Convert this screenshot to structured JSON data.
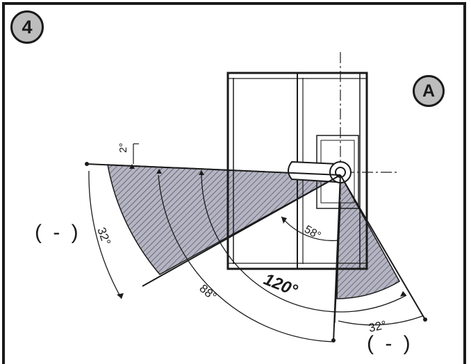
{
  "figure": {
    "step_number": "4",
    "view_label": "A",
    "negative_sign_left": "( - )",
    "negative_sign_right": "( - )"
  },
  "angles": {
    "tilt": "2°",
    "left_limit": "32°",
    "arm_angle": "58°",
    "main_opening": "120°",
    "full_sweep": "88°",
    "right_limit": "32°"
  },
  "colors": {
    "line": "#1a1a1a",
    "hatch_fill": "#b4b4c2",
    "badge_fill": "#bdbdbd"
  }
}
